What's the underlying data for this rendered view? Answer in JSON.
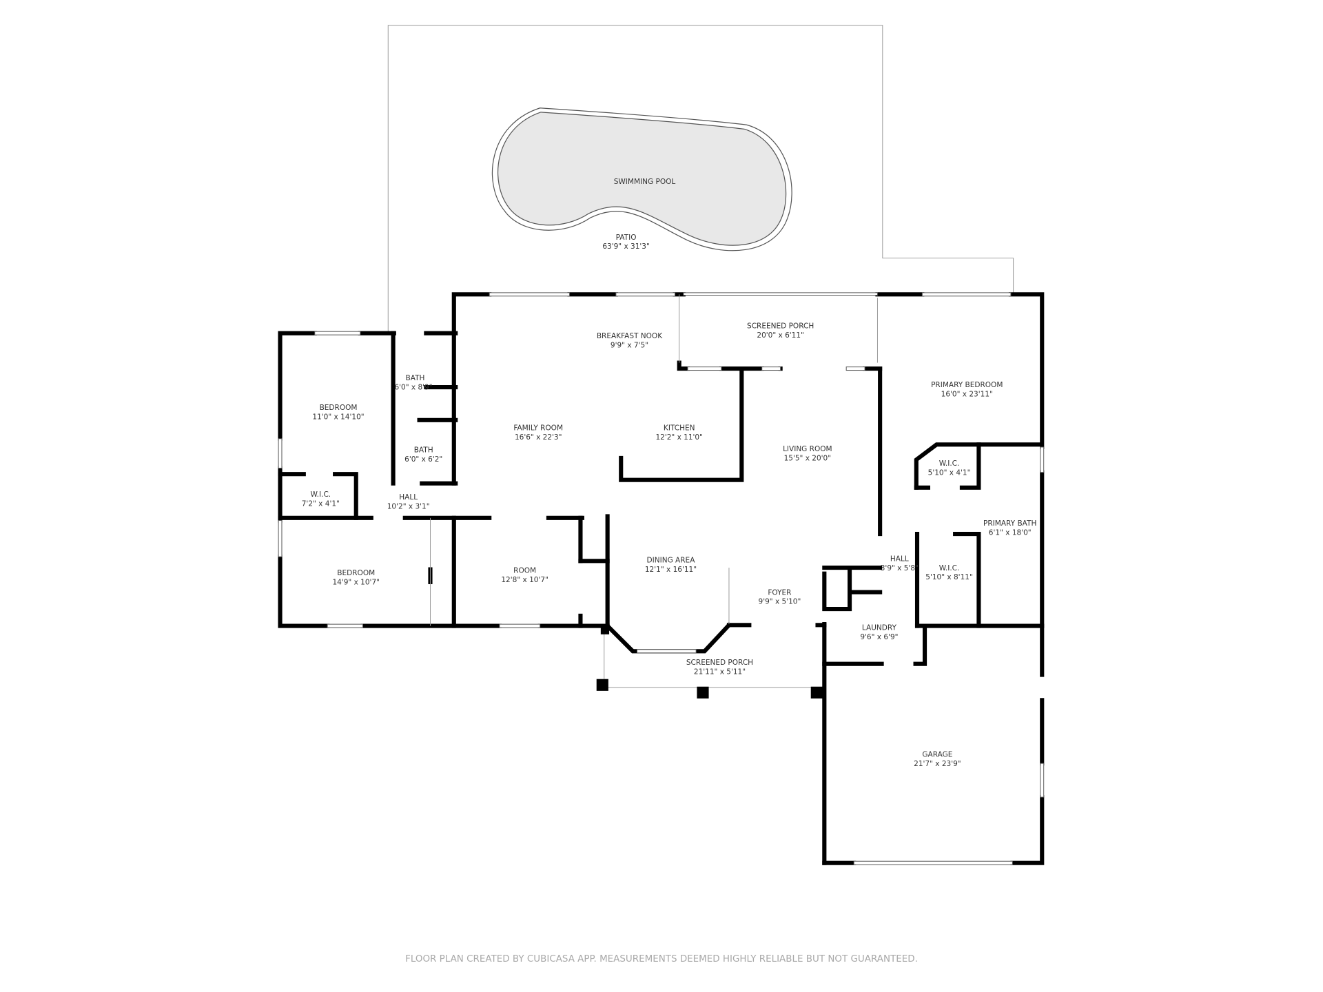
{
  "rooms": [
    {
      "name": "SWIMMING POOL",
      "dims": ""
    },
    {
      "name": "PATIO",
      "dims": "63'9\" x 31'3\""
    },
    {
      "name": "BREAKFAST NOOK",
      "dims": "9'9\" x 7'5\""
    },
    {
      "name": "SCREENED PORCH",
      "dims": "20'0\" x 6'11\""
    },
    {
      "name": "PRIMARY BEDROOM",
      "dims": "16'0\" x 23'11\""
    },
    {
      "name": "BATH",
      "dims": "6'0\" x 8'9\""
    },
    {
      "name": "BEDROOM",
      "dims": "11'0\" x 14'10\""
    },
    {
      "name": "FAMILY ROOM",
      "dims": "16'6\" x 22'3\""
    },
    {
      "name": "KITCHEN",
      "dims": "12'2\" x 11'0\""
    },
    {
      "name": "BATH",
      "dims": "6'0\" x 6'2\""
    },
    {
      "name": "LIVING ROOM",
      "dims": "15'5\" x 20'0\""
    },
    {
      "name": "W.I.C.",
      "dims": "5'10\" x 4'1\""
    },
    {
      "name": "W.I.C.",
      "dims": "7'2\" x 4'1\""
    },
    {
      "name": "HALL",
      "dims": "10'2\" x 3'1\""
    },
    {
      "name": "PRIMARY BATH",
      "dims": "6'1\" x 18'0\""
    },
    {
      "name": "HALL",
      "dims": "3'9\" x 5'8\""
    },
    {
      "name": "W.I.C.",
      "dims": "5'10\" x 8'11\""
    },
    {
      "name": "DINING AREA",
      "dims": "12'1\" x 16'11\""
    },
    {
      "name": "BEDROOM",
      "dims": "14'9\" x 10'7\""
    },
    {
      "name": "ROOM",
      "dims": "12'8\" x 10'7\""
    },
    {
      "name": "FOYER",
      "dims": "9'9\" x 5'10\""
    },
    {
      "name": "LAUNDRY",
      "dims": "9'6\" x 6'9\""
    },
    {
      "name": "SCREENED PORCH",
      "dims": "21'11\" x 5'11\""
    },
    {
      "name": "GARAGE",
      "dims": "21'7\" x 23'9\""
    }
  ],
  "footer": "FLOOR PLAN CREATED BY CUBICASA APP. MEASUREMENTS DEEMED HIGHLY RELIABLE BUT NOT GUARANTEED.",
  "colors": {
    "walls": "#000000",
    "pool": "#e8e8e8",
    "footer_text": "#a8a8a8"
  }
}
